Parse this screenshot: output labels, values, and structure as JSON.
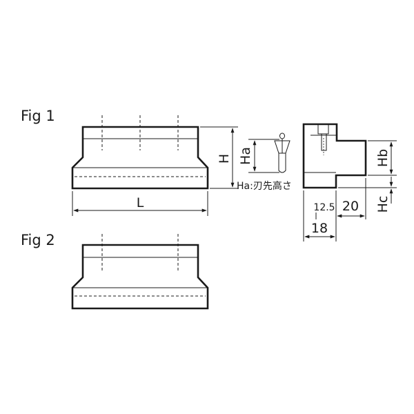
{
  "figures": {
    "fig1_label": "Fig 1",
    "fig2_label": "Fig 2"
  },
  "dimensions": {
    "L": "L",
    "H": "H",
    "Ha": "Ha",
    "Hb": "Hb",
    "Hc": "Hc",
    "d125": "12.5",
    "d20": "20",
    "d18": "18"
  },
  "notes": {
    "ha_note": "Ha:刃先高さ"
  }
}
